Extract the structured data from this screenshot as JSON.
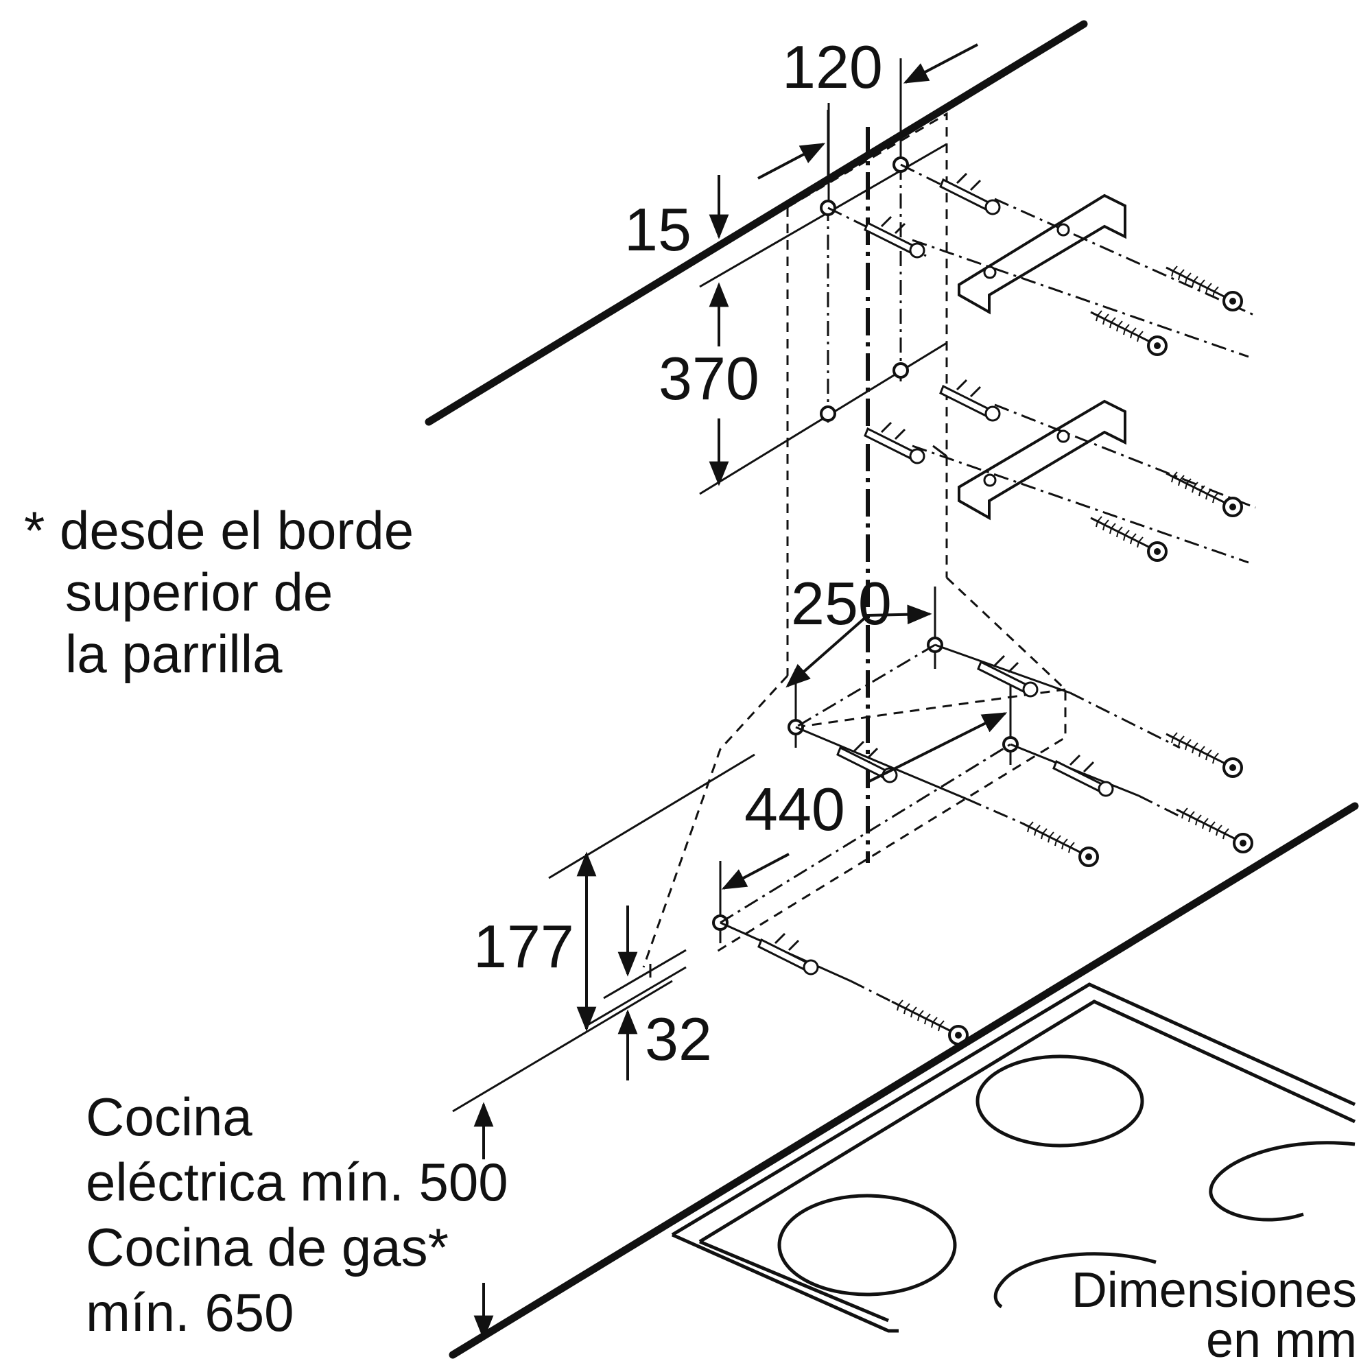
{
  "dimensions": {
    "d120": "120",
    "d15": "15",
    "d370": "370",
    "d250": "250",
    "d440": "440",
    "d177": "177",
    "d32": "32"
  },
  "note": {
    "line1": "* desde el borde",
    "line2": "superior de",
    "line3": "la parrilla"
  },
  "clearance": {
    "line1": "Cocina",
    "line2": "eléctrica mín. 500",
    "line3": "Cocina de gas*",
    "line4": "mín. 650"
  },
  "units": {
    "line1": "Dimensiones",
    "line2": "en mm"
  }
}
